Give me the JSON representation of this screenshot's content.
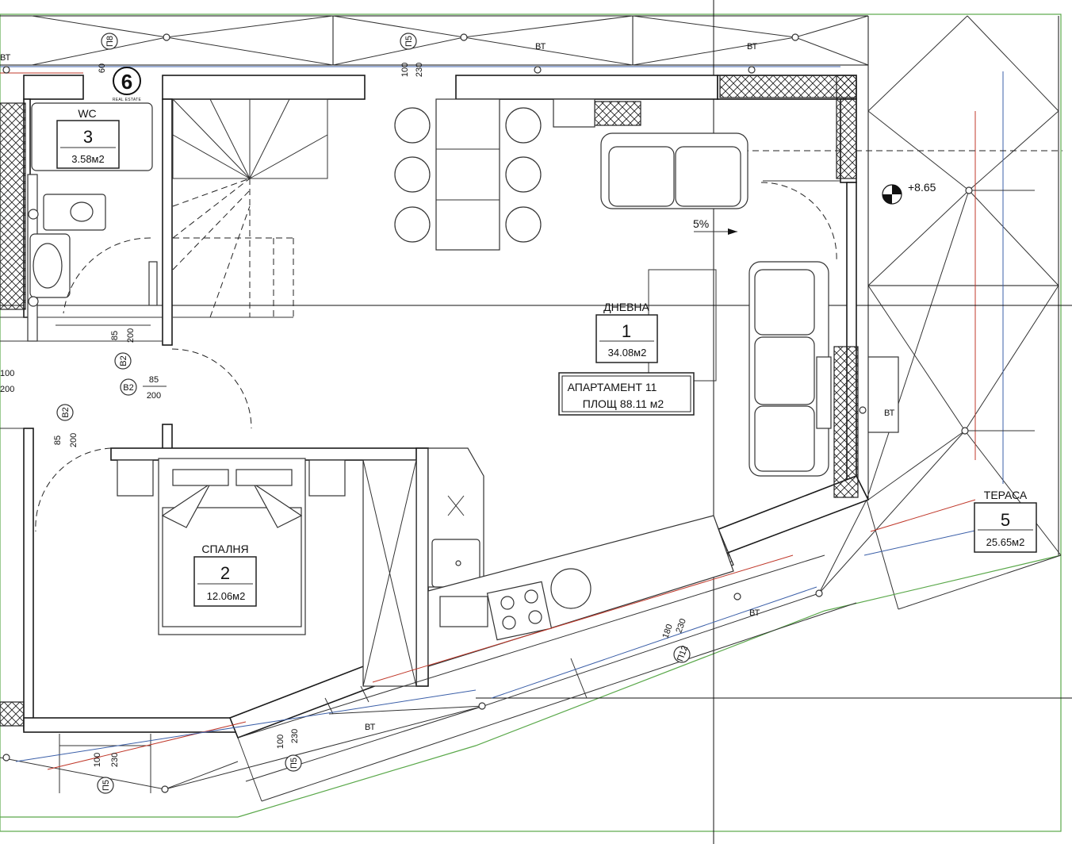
{
  "brand": {
    "logo_text": "REAL ESTATE",
    "logo_mark": "6"
  },
  "rooms": {
    "wc": {
      "name": "WC",
      "number": "3",
      "area": "3.58м2"
    },
    "living": {
      "name": "ДНЕВНА",
      "number": "1",
      "area": "34.08м2"
    },
    "bedroom": {
      "name": "СПАЛНЯ",
      "number": "2",
      "area": "12.06м2"
    },
    "terrace": {
      "name": "ТЕРАСА",
      "number": "5",
      "area": "25.65м2"
    }
  },
  "apartment": {
    "title": "АПАРТАМЕНТ 11",
    "area": "ПЛОЩ 88.11 м2"
  },
  "level_mark": "+8.65",
  "slope": "5%",
  "windows": {
    "p8": "П8",
    "p5": "П5",
    "p12": "П12",
    "dim_60": "60",
    "dim_100": "100",
    "dim_230": "230",
    "dim_180": "180"
  },
  "doors": {
    "b2": "В2",
    "dim_85": "85",
    "dim_200": "200",
    "dim_100": "100"
  },
  "vt_label": "ВТ",
  "colors": {
    "accent_red": "#c0392b",
    "accent_blue": "#3b5fa8",
    "boundary_green": "#5aa84a"
  }
}
